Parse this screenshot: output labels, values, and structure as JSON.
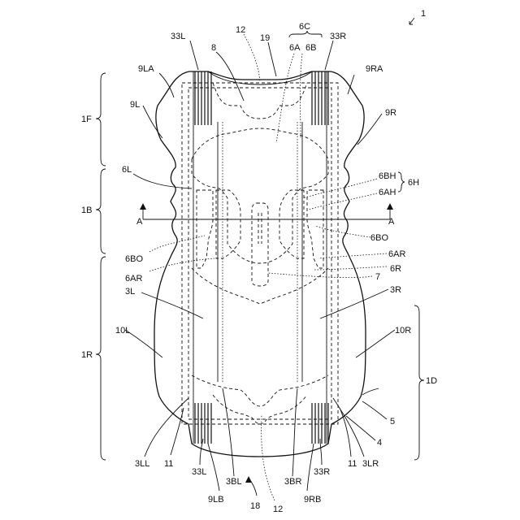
{
  "labels": {
    "fig_ref": "1",
    "front": "1F",
    "crotch": "1B",
    "rear": "1R",
    "rear_center": "1D",
    "ref_8": "8",
    "ref_12_top": "12",
    "ref_19": "19",
    "ref_6C": "6C",
    "ref_6A": "6A",
    "ref_6B": "6B",
    "ref_33L_top": "33L",
    "ref_33R_top": "33R",
    "ref_9LA": "9LA",
    "ref_9RA": "9RA",
    "ref_9L": "9L",
    "ref_9R": "9R",
    "ref_6L": "6L",
    "ref_6BH": "6BH",
    "ref_6AH": "6AH",
    "ref_6H": "6H",
    "section_left": "A",
    "section_right": "A",
    "ref_6BO_left": "6BO",
    "ref_6BO_right": "6BO",
    "ref_6AR_left": "6AR",
    "ref_6AR_right": "6AR",
    "ref_6R": "6R",
    "ref_7": "7",
    "ref_3L": "3L",
    "ref_3R": "3R",
    "ref_10L": "10L",
    "ref_10R": "10R",
    "ref_5": "5",
    "ref_4": "4",
    "ref_11_left": "11",
    "ref_11_right": "11",
    "ref_3LL": "3LL",
    "ref_3LR": "3LR",
    "ref_33L_bottom": "33L",
    "ref_33R_bottom": "33R",
    "ref_3BL": "3BL",
    "ref_3BR": "3BR",
    "ref_9LB": "9LB",
    "ref_9RB": "9RB",
    "ref_18": "18",
    "ref_12_bottom": "12"
  }
}
